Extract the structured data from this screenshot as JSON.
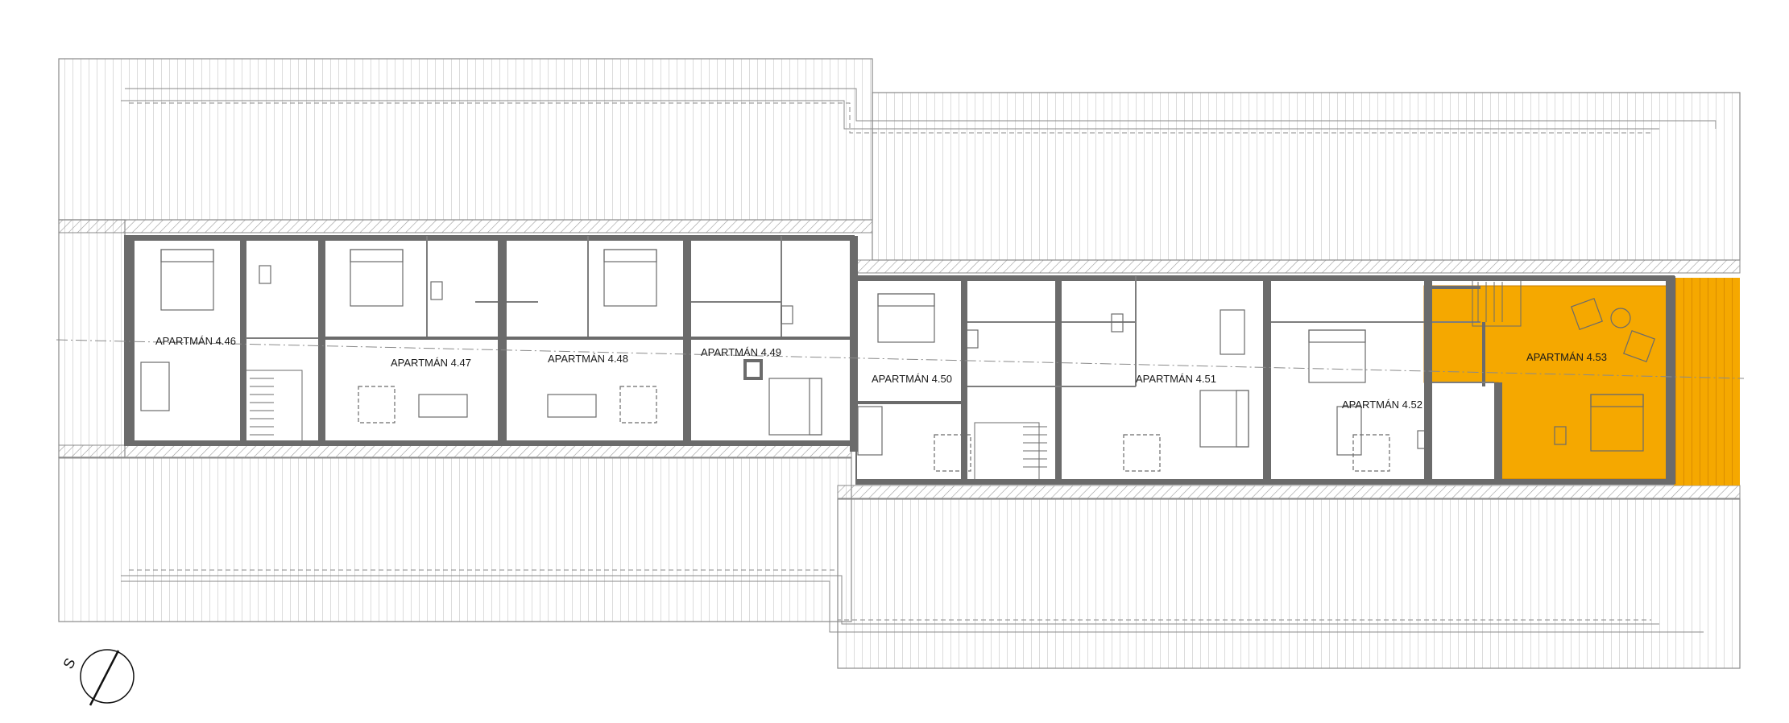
{
  "plan": {
    "highlight_color": "#F5A800",
    "wall_color": "#6b6b6b",
    "line_color": "#8a8a8a"
  },
  "apartments": [
    {
      "id": "4.46",
      "label": "APARTMÁN 4.46"
    },
    {
      "id": "4.47",
      "label": "APARTMÁN 4.47"
    },
    {
      "id": "4.48",
      "label": "APARTMÁN 4.48"
    },
    {
      "id": "4.49",
      "label": "APARTMÁN 4.49"
    },
    {
      "id": "4.50",
      "label": "APARTMÁN 4.50"
    },
    {
      "id": "4.51",
      "label": "APARTMÁN 4.51"
    },
    {
      "id": "4.52",
      "label": "APARTMÁN 4.52"
    },
    {
      "id": "4.53",
      "label": "APARTMÁN 4.53",
      "highlighted": true
    }
  ],
  "compass": {
    "label": "S",
    "icon": "north-arrow-icon"
  }
}
